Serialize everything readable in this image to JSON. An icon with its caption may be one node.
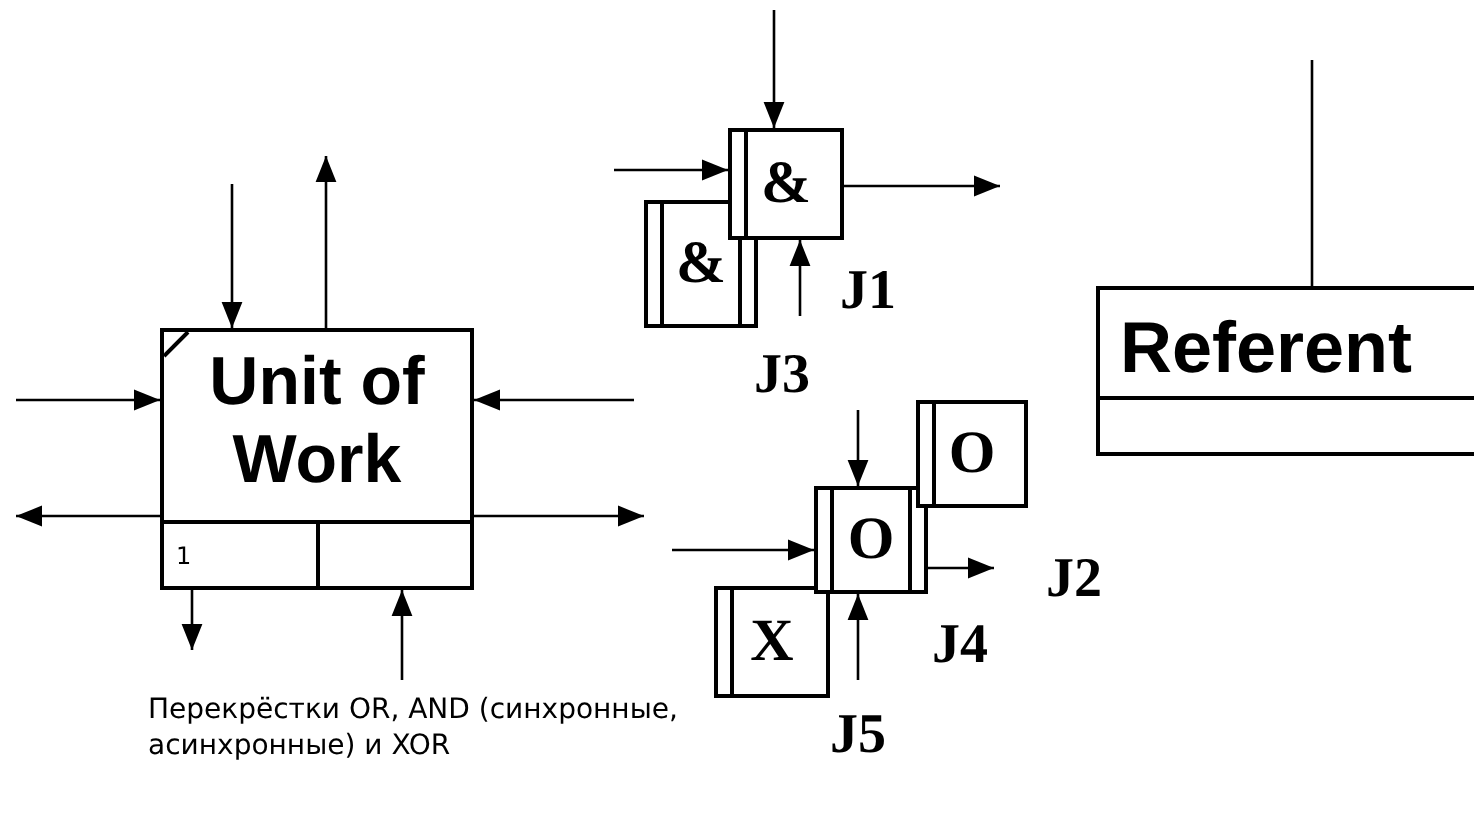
{
  "diagram": {
    "caption": "Перекрёстки OR, AND (синхронные, асинхронные) и XOR",
    "nodes": [
      {
        "text": [
          "Unit of Work",
          "1"
        ]
      },
      {
        "text": [
          "&"
        ]
      },
      {
        "text": [
          "&"
        ]
      },
      {
        "text": [
          "O"
        ]
      },
      {
        "text": [
          "O"
        ]
      },
      {
        "text": [
          "X"
        ]
      },
      {
        "text": [
          "Referent"
        ]
      }
    ],
    "edges": [
      {
        "from": null,
        "to": 0,
        "arrow": "to"
      },
      {
        "from": 0,
        "to": null,
        "arrow": "to"
      },
      {
        "from": null,
        "to": 0,
        "arrow": "to"
      },
      {
        "from": null,
        "to": 0,
        "arrow": "to"
      },
      {
        "from": 0,
        "to": null,
        "arrow": "to"
      },
      {
        "from": 0,
        "to": null,
        "arrow": "to"
      },
      {
        "from": 0,
        "to": null,
        "arrow": "to"
      },
      {
        "from": null,
        "to": 0,
        "arrow": "to"
      },
      {
        "from": null,
        "to": 1,
        "arrow": "to"
      },
      {
        "from": null,
        "to": 1,
        "arrow": "to"
      },
      {
        "from": 1,
        "to": null,
        "arrow": "to"
      },
      {
        "from": null,
        "to": 1,
        "arrow": "to"
      },
      {
        "from": null,
        "to": 3,
        "arrow": "to"
      },
      {
        "from": null,
        "to": 3,
        "arrow": "to"
      },
      {
        "from": 3,
        "to": null,
        "arrow": "to"
      },
      {
        "from": null,
        "to": 3,
        "arrow": "to"
      },
      {
        "from": null,
        "to": 6,
        "arrow": "none"
      }
    ],
    "labels": [
      "J1",
      "J3",
      "J2",
      "J4",
      "J5"
    ]
  }
}
